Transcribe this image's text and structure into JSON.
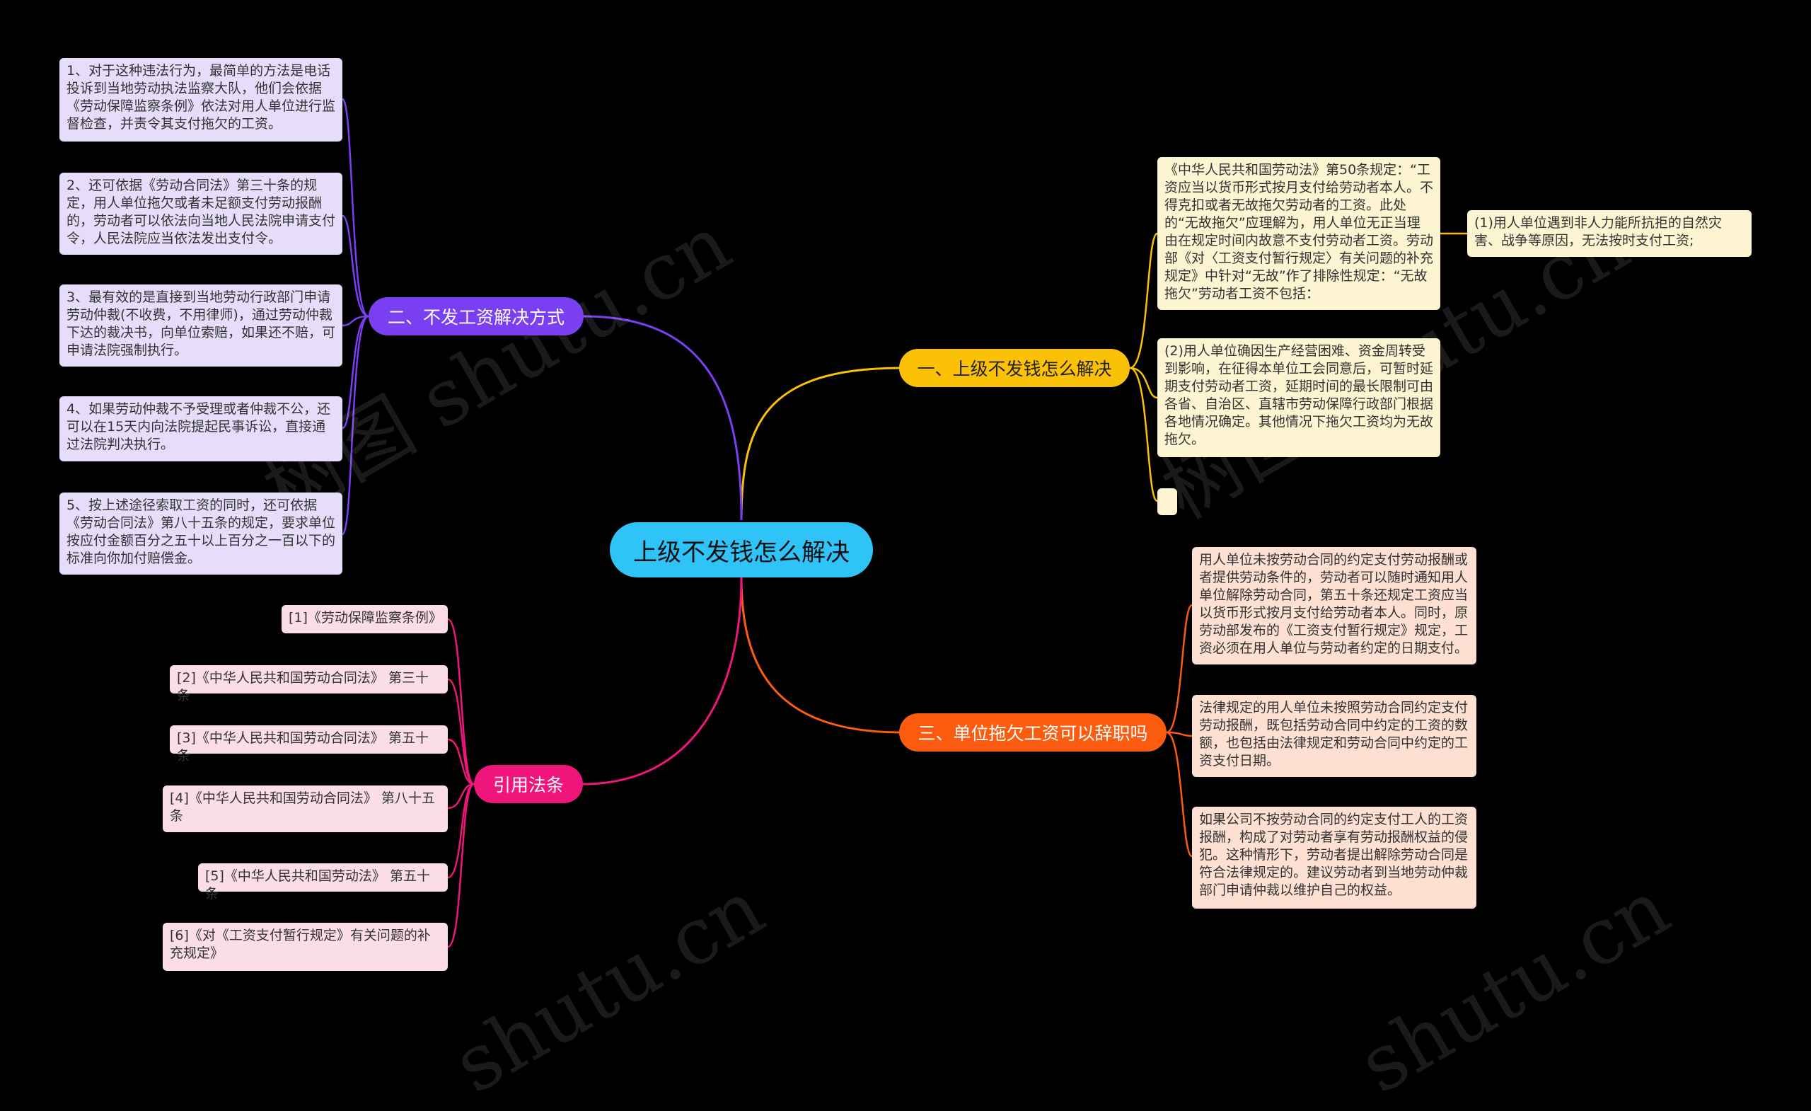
{
  "center": {
    "label": "上级不发钱怎么解决"
  },
  "branches": {
    "b1": {
      "label": "一、上级不发钱怎么解决",
      "color": "#fbc107",
      "items": [
        "《中华人民共和国劳动法》第50条规定：“工资应当以货币形式按月支付给劳动者本人。不得克扣或者无故拖欠劳动者的工资。此处的“无故拖欠”应理解为，用人单位无正当理由在规定时间内故意不支付劳动者工资。劳动部《对〈工资支付暂行规定〉有关问题的补充规定》中针对“无故”作了排除性规定：“无故拖欠”劳动者工资不包括：",
        "(2)用人单位确因生产经营困难、资金周转受到影响，在征得本单位工会同意后，可暂时延期支付劳动者工资，延期时间的最长限制可由各省、自治区、直辖市劳动保障行政部门根据各地情况确定。其他情况下拖欠工资均为无故拖欠。",
        ""
      ],
      "sub": "(1)用人单位遇到非人力能所抗拒的自然灾害、战争等原因，无法按时支付工资;"
    },
    "b2": {
      "label": "二、不发工资解决方式",
      "color": "#7b3ff2",
      "items": [
        "1、对于这种违法行为，最简单的方法是电话投诉到当地劳动执法监察大队，他们会依据《劳动保障监察条例》依法对用人单位进行监督检查，并责令其支付拖欠的工资。",
        "2、还可依据《劳动合同法》第三十条的规定，用人单位拖欠或者未足额支付劳动报酬的，劳动者可以依法向当地人民法院申请支付令，人民法院应当依法发出支付令。",
        "3、最有效的是直接到当地劳动行政部门申请劳动仲裁(不收费，不用律师)，通过劳动仲裁下达的裁决书，向单位索赔，如果还不赔，可申请法院强制执行。",
        "4、如果劳动仲裁不予受理或者仲裁不公，还可以在15天内向法院提起民事诉讼，直接通过法院判决执行。",
        "5、按上述途径索取工资的同时，还可依据《劳动合同法》第八十五条的规定，要求单位按应付金额百分之五十以上百分之一百以下的标准向你加付赔偿金。"
      ]
    },
    "b3": {
      "label": "三、单位拖欠工资可以辞职吗",
      "color": "#fb5c0f",
      "items": [
        "用人单位未按劳动合同的约定支付劳动报酬或者提供劳动条件的，劳动者可以随时通知用人单位解除劳动合同，第五十条还规定工资应当以货币形式按月支付给劳动者本人。同时，原劳动部发布的《工资支付暂行规定》规定，工资必须在用人单位与劳动者约定的日期支付。",
        "法律规定的用人单位未按照劳动合同约定支付劳动报酬，既包括劳动合同中约定的工资的数额，也包括由法律规定和劳动合同中约定的工资支付日期。",
        "如果公司不按劳动合同的约定支付工人的工资报酬，构成了对劳动者享有劳动报酬权益的侵犯。这种情形下，劳动者提出解除劳动合同是符合法律规定的。建议劳动者到当地劳动仲裁部门申请仲裁以维护自己的权益。"
      ]
    },
    "b4": {
      "label": "引用法条",
      "color": "#f0157a",
      "items": [
        "[1]《劳动保障监察条例》",
        "[2]《中华人民共和国劳动合同法》 第三十条",
        "[3]《中华人民共和国劳动合同法》 第五十条",
        "[4]《中华人民共和国劳动合同法》 第八十五条",
        "[5]《中华人民共和国劳动法》 第五十条",
        "[6]《对《工资支付暂行规定》有关问题的补充规定》"
      ]
    }
  },
  "watermark": [
    "树图 shutu.cn",
    "树图 shutu.cn",
    "shutu.cn",
    "shutu.cn"
  ]
}
